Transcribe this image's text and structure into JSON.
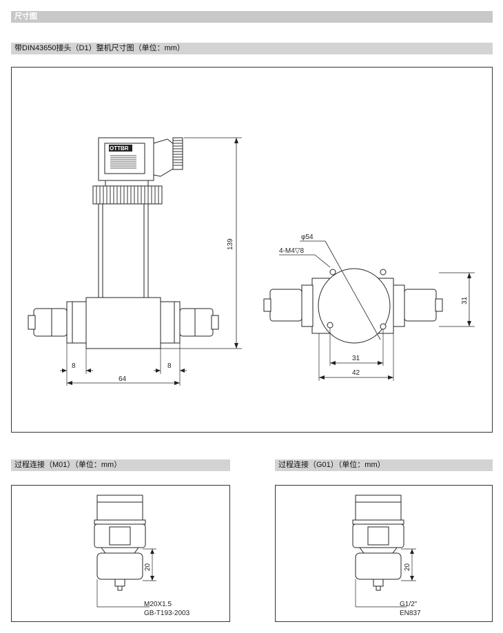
{
  "section_title": "尺寸图",
  "main_panel": {
    "title": "带DIN43650接头（D1）整机尺寸图（单位：mm）",
    "logo_text": "OTTBR",
    "dims": {
      "height": "139",
      "left_port": "8",
      "right_port": "8",
      "span": "64",
      "diameter": "φ54",
      "thread": "4-M4▽8",
      "hole_spacing": "31",
      "width": "42",
      "side_height": "31"
    }
  },
  "m01_panel": {
    "title": "过程连接（M01）（单位：mm）",
    "dim_height": "20",
    "spec_line1": "M20X1.5",
    "spec_line2": "GB-T193-2003"
  },
  "g01_panel": {
    "title": "过程连接（G01）（单位：mm）",
    "dim_height": "20",
    "spec_line1": "G1/2\"",
    "spec_line2": "EN837"
  },
  "colors": {
    "header_bar": "#d3d3d3",
    "section_bar": "#c8c8c8",
    "line": "#222222"
  }
}
